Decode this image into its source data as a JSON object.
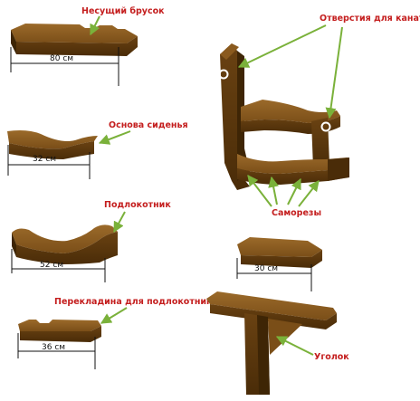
{
  "labels": {
    "beam": "Несущий брусок",
    "seat_base": "Основа сиденья",
    "armrest": "Подлокотник",
    "crossbar": "Перекладина для подлокотника",
    "rope_holes": "Отверстия для каната",
    "screws": "Саморезы",
    "corner": "Уголок"
  },
  "dimensions": {
    "beam": "80 см",
    "seat_base": "32 см",
    "armrest": "52 см",
    "crossbar": "36 см",
    "small_block": "30 см"
  },
  "colors": {
    "wood_top": "#8a5a1e",
    "wood_side": "#5e3a0e",
    "wood_dark": "#3e2505",
    "arrow": "#7ab13a",
    "label": "#c41e1e"
  }
}
